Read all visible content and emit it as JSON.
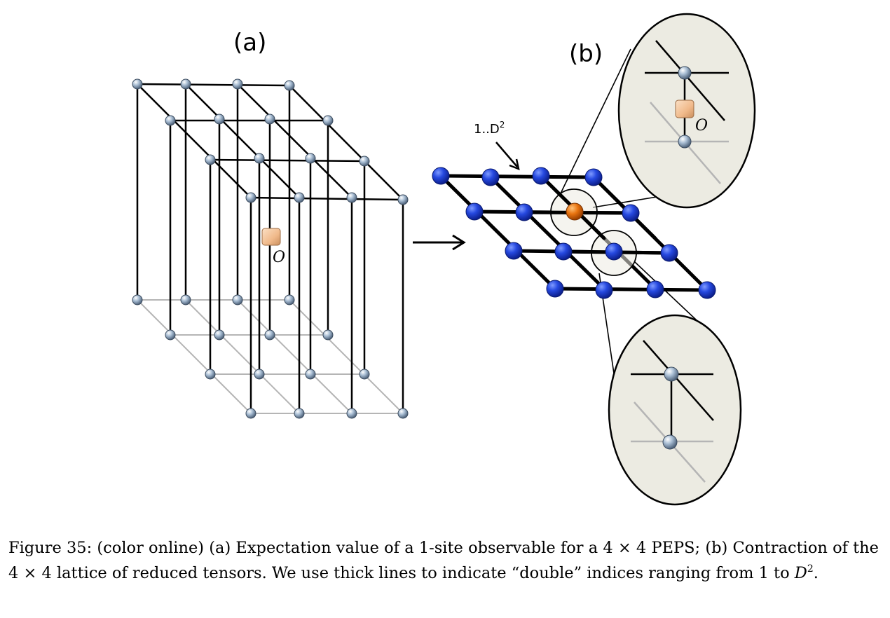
{
  "figure": {
    "panel_a_label": "(a)",
    "panel_b_label": "(b)",
    "operator_label": "O",
    "double_index_label": "1..D",
    "double_index_sup": "2",
    "colors": {
      "lattice_node": "#9fb3c8",
      "peps_node": "#2649e0",
      "observable_node": "#e8730f",
      "operator_box": "#f0b98a",
      "inset_background": "#ecebe2",
      "faint_line": "#b5b5b5"
    }
  },
  "caption": {
    "text": "Figure 35: (color online) (a) Expectation value of a 1-site observable for a 4 × 4 PEPS; (b) Contraction of the 4 × 4 lattice of reduced tensors. We use thick lines to indicate “double” indices ranging from 1 to ",
    "symbol": "D",
    "symbol_sup": "2",
    "end": "."
  }
}
